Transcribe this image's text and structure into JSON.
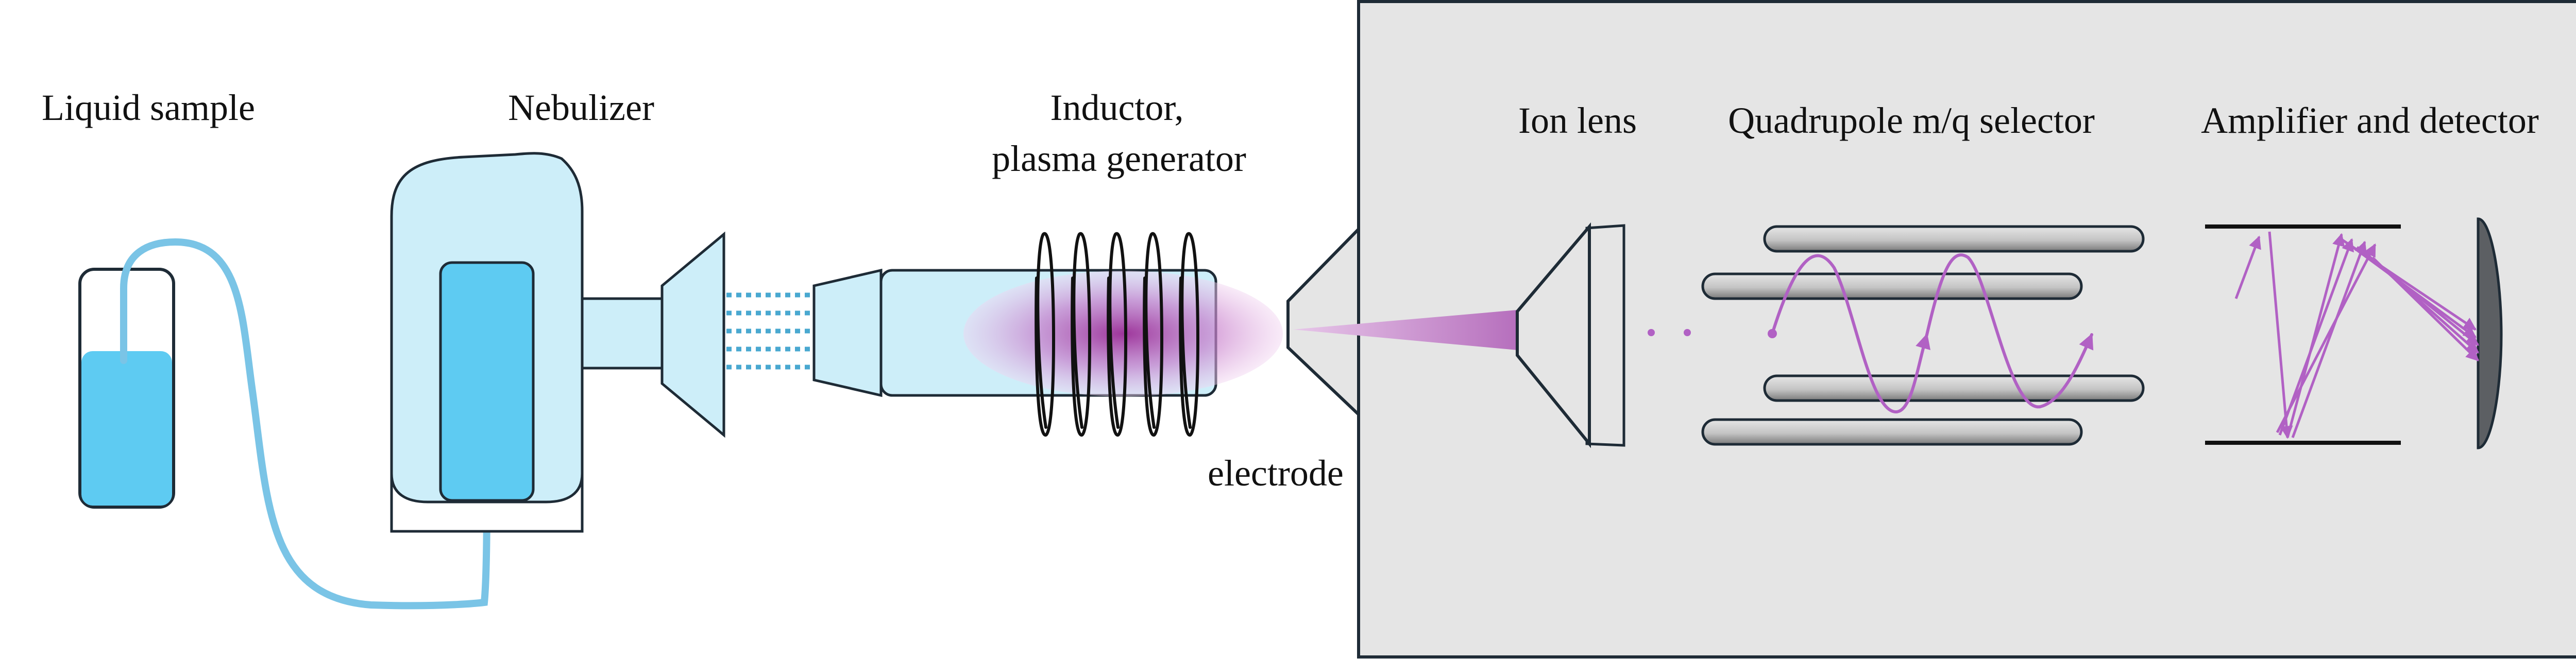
{
  "labels": {
    "liquid_sample": "Liquid sample",
    "nebulizer": "Nebulizer",
    "inductor_line1": "Inductor,",
    "inductor_line2": "plasma generator",
    "electrode": "electrode",
    "ion_lens": "Ion lens",
    "quadrupole": "Quadrupole m/q selector",
    "amplifier_detector": "Amplifier and detector"
  },
  "colors": {
    "outline": "#1e2b36",
    "liquid": "#5ecbf2",
    "vessel_fill": "#cdeef9",
    "tubing": "#7ac4e6",
    "droplets": "#49a8d0",
    "plasma": "#9b2c96",
    "ion_path": "#b161c4",
    "mass_spec_box": "#e5e5e5",
    "rod_light": "#e2e2e2",
    "rod_dark": "#7a7a7a",
    "detector_plate": "#5c5f63"
  }
}
